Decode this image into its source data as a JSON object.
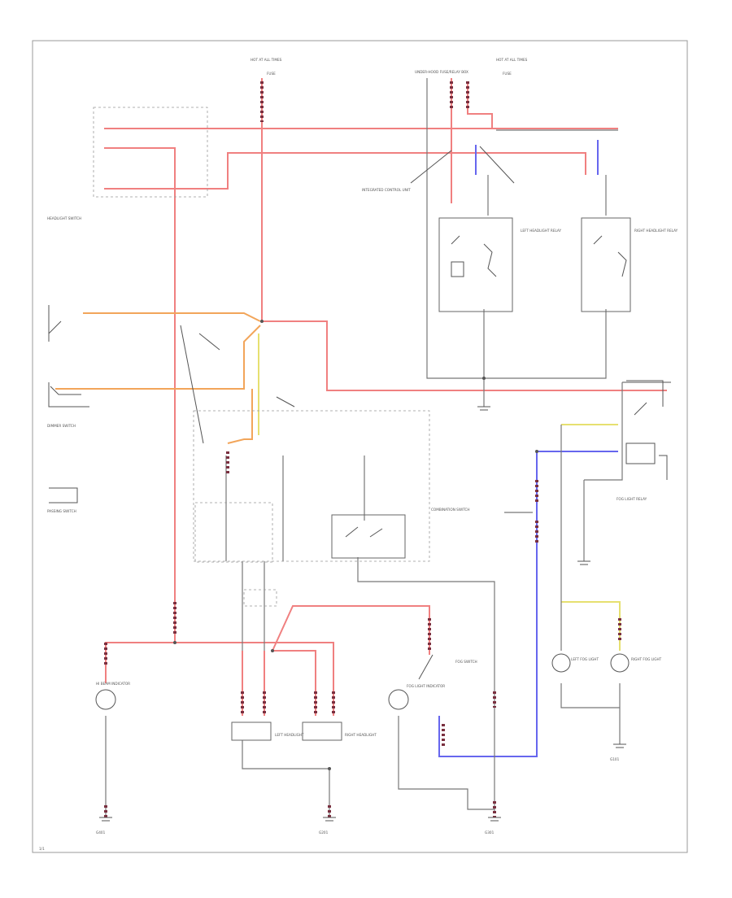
{
  "diagram": {
    "colors": {
      "red": "#f08080",
      "orange": "#f2a55a",
      "blue": "#6666ee",
      "yellow": "#e6e070",
      "gray": "#777777",
      "frame": "#999999"
    },
    "labels": {
      "hot_at_all_times_left": "HOT AT ALL TIMES",
      "hot_at_all_times_right": "HOT AT ALL TIMES",
      "fuse_left": "FUSE",
      "fuse_right": "FUSE",
      "headlight_switch": "HEADLIGHT SWITCH",
      "underhood_fuse_box": "UNDER-HOOD FUSE/RELAY BOX",
      "left_headlight_relay": "LEFT HEADLIGHT RELAY",
      "right_headlight_relay": "RIGHT HEADLIGHT RELAY",
      "integrated_control_unit": "INTEGRATED CONTROL UNIT",
      "dimmer_switch": "DIMMER SWITCH",
      "passing_switch": "PASSING SWITCH",
      "combination_switch": "COMBINATION SWITCH",
      "hi_beam_indicator": "HI BEAM INDICATOR",
      "left_headlight": "LEFT HEADLIGHT",
      "right_headlight": "RIGHT HEADLIGHT",
      "fog_light_relay": "FOG LIGHT RELAY",
      "fog_switch": "FOG SWITCH",
      "fog_light_indicator": "FOG LIGHT INDICATOR",
      "left_fog_light": "LEFT FOG LIGHT",
      "right_fog_light": "RIGHT FOG LIGHT",
      "ground_left": "G401",
      "ground_center": "G201",
      "ground_right": "G301",
      "ground_lower_right": "G101",
      "page_ref": "1/1"
    }
  }
}
